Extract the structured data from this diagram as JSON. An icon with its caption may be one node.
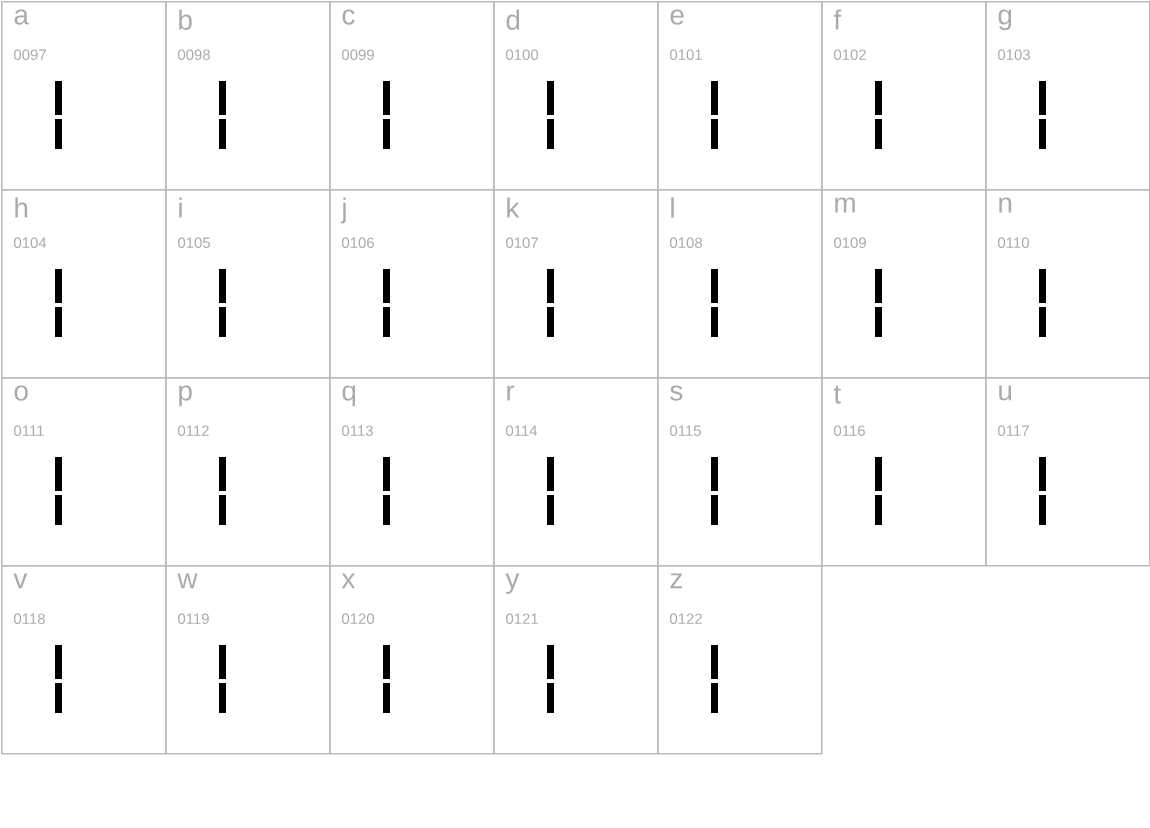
{
  "diagram": {
    "nodes": [
      {
        "text": [
          "a",
          "0097"
        ]
      },
      {
        "text": [
          "b",
          "0098"
        ]
      },
      {
        "text": [
          "c",
          "0099"
        ]
      },
      {
        "text": [
          "d",
          "0100"
        ]
      },
      {
        "text": [
          "e",
          "0101"
        ]
      },
      {
        "text": [
          "f",
          "0102"
        ]
      },
      {
        "text": [
          "g",
          "0103"
        ]
      },
      {
        "text": [
          "h",
          "0104"
        ]
      },
      {
        "text": [
          "i",
          "0105"
        ]
      },
      {
        "text": [
          "j",
          "0106"
        ]
      },
      {
        "text": [
          "k",
          "0107"
        ]
      },
      {
        "text": [
          "l",
          "0108"
        ]
      },
      {
        "text": [
          "m",
          "0109"
        ]
      },
      {
        "text": [
          "n",
          "0110"
        ]
      },
      {
        "text": [
          "o",
          "0111"
        ]
      },
      {
        "text": [
          "p",
          "0112"
        ]
      },
      {
        "text": [
          "q",
          "0113"
        ]
      },
      {
        "text": [
          "r",
          "0114"
        ]
      },
      {
        "text": [
          "s",
          "0115"
        ]
      },
      {
        "text": [
          "t",
          "0116"
        ]
      },
      {
        "text": [
          "u",
          "0117"
        ]
      },
      {
        "text": [
          "v",
          "0118"
        ]
      },
      {
        "text": [
          "w",
          "0119"
        ]
      },
      {
        "text": [
          "x",
          "0120"
        ]
      },
      {
        "text": [
          "y",
          "0121"
        ]
      },
      {
        "text": [
          "z",
          "0122"
        ]
      }
    ]
  }
}
